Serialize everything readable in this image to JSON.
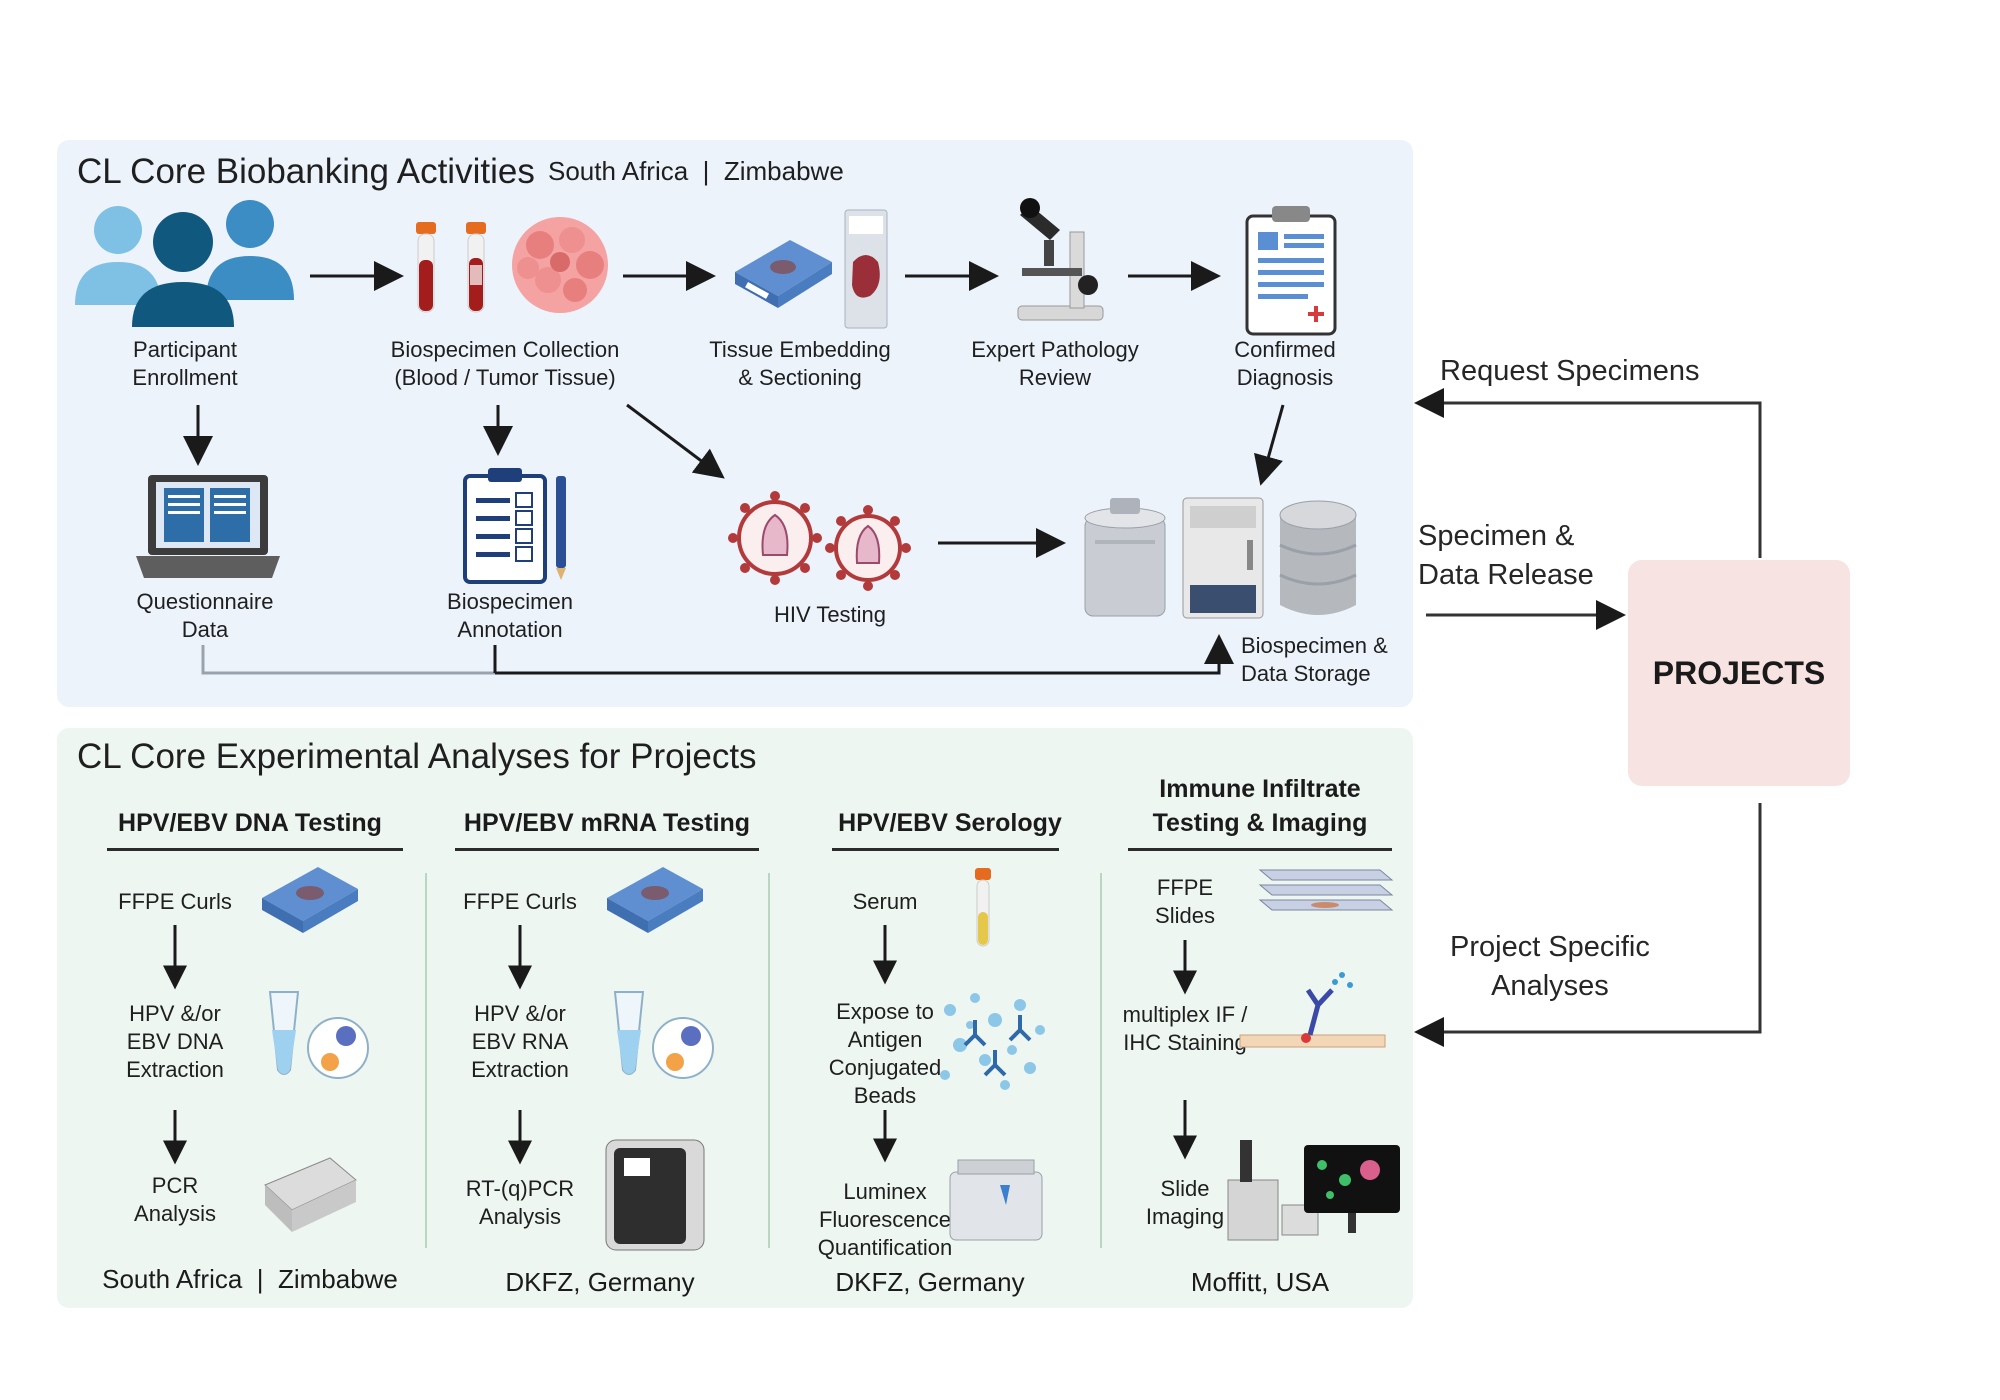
{
  "biobanking": {
    "title": "CL Core Biobanking Activities",
    "locations": "South Africa  |  Zimbabwe",
    "steps": {
      "participant": "Participant\nEnrollment",
      "collection": "Biospecimen Collection\n(Blood / Tumor Tissue)",
      "embedding": "Tissue Embedding\n& Sectioning",
      "pathology": "Expert Pathology\nReview",
      "diagnosis": "Confirmed\nDiagnosis",
      "questionnaire": "Questionnaire\nData",
      "annotation": "Biospecimen\nAnnotation",
      "hiv": "HIV Testing",
      "storage": "Biospecimen &\nData Storage"
    }
  },
  "analyses": {
    "title": "CL Core Experimental Analyses for Projects",
    "columns": [
      {
        "header": "HPV/EBV DNA Testing",
        "steps": [
          "FFPE Curls",
          "HPV &/or\nEBV DNA\nExtraction",
          "PCR\nAnalysis"
        ],
        "location": "South Africa  |  Zimbabwe"
      },
      {
        "header": "HPV/EBV mRNA Testing",
        "steps": [
          "FFPE Curls",
          "HPV &/or\nEBV RNA\nExtraction",
          "RT-(q)PCR\nAnalysis"
        ],
        "location": "DKFZ, Germany"
      },
      {
        "header": "HPV/EBV Serology",
        "steps": [
          "Serum",
          "Expose to\nAntigen\nConjugated\nBeads",
          "Luminex\nFluorescence\nQuantification"
        ],
        "location": "DKFZ, Germany"
      },
      {
        "header": "Immune Infiltrate\nTesting & Imaging",
        "steps": [
          "FFPE\nSlides",
          "multiplex IF /\nIHC Staining",
          "Slide\nImaging"
        ],
        "location": "Moffitt, USA"
      }
    ]
  },
  "projects": {
    "label": "PROJECTS",
    "request": "Request Specimens",
    "release": "Specimen &\nData Release",
    "specific": "Project Specific\nAnalyses"
  },
  "icons": {
    "participants": "people-icon",
    "blood_tubes": "blood-tube-icon",
    "tumor": "tumor-tissue-icon",
    "cassette": "tissue-cassette-icon",
    "slide": "microscope-slide-icon",
    "microscope": "microscope-icon",
    "clipboard": "clipboard-diagnosis-icon",
    "laptop": "laptop-icon",
    "checklist": "checklist-icon",
    "virus": "hiv-virus-icon",
    "cryo": "cryo-tank-icon",
    "freezer": "freezer-icon",
    "database": "database-icon"
  },
  "colors": {
    "biobanking_bg": "#ecf3fb",
    "analyses_bg": "#eef6f1",
    "projects_bg": "#f8e3e3"
  }
}
